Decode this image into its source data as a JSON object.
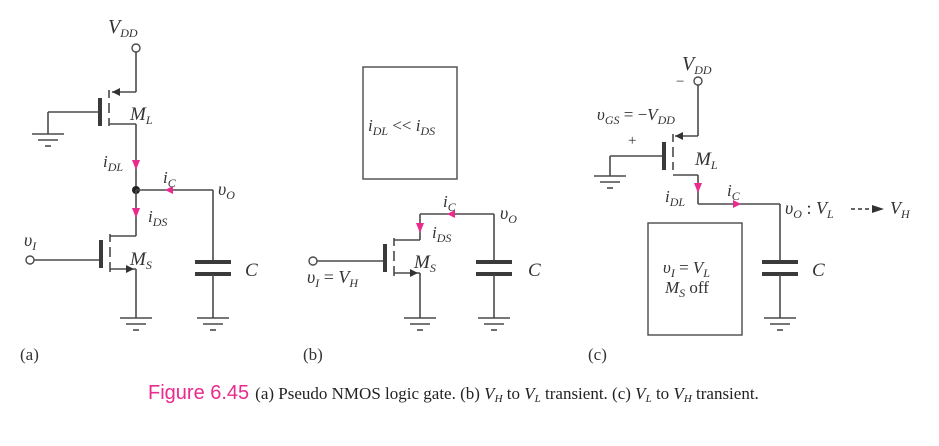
{
  "figure": {
    "number_label": "Figure 6.45",
    "caption_parts": {
      "a": "(a) Pseudo NMOS logic gate. (b) ",
      "v1": "V",
      "v1sub": "H",
      "mid1": " to ",
      "v2": "V",
      "v2sub": "L",
      "mid2": " transient. (c) ",
      "v3": "V",
      "v3sub": "L",
      "mid3": " to ",
      "v4": "V",
      "v4sub": "H",
      "end": " transient."
    },
    "accent_color": "#ea2a8c"
  },
  "panels": {
    "a": {
      "label": "(a)",
      "vdd": "V",
      "vdd_sub": "DD",
      "ml": "M",
      "ml_sub": "L",
      "ms": "M",
      "ms_sub": "S",
      "idl": "i",
      "idl_sub": "DL",
      "ic": "i",
      "ic_sub": "C",
      "ids": "i",
      "ids_sub": "DS",
      "vo": "υ",
      "vo_sub": "O",
      "vi": "υ",
      "vi_sub": "I",
      "cap": "C"
    },
    "b": {
      "label": "(b)",
      "box_l": "i",
      "box_lsub": "DL",
      "box_op": " << ",
      "box_r": "i",
      "box_rsub": "DS",
      "ic": "i",
      "ic_sub": "C",
      "ids": "i",
      "ids_sub": "DS",
      "vo": "υ",
      "vo_sub": "O",
      "ms": "M",
      "ms_sub": "S",
      "vi": "υ",
      "vi_sub": "I",
      "vi_eq": " = ",
      "vh": "V",
      "vh_sub": "H",
      "cap": "C"
    },
    "c": {
      "label": "(c)",
      "vdd": "V",
      "vdd_sub": "DD",
      "minus": "−",
      "plus": "+",
      "vgs": "υ",
      "vgs_sub": "GS",
      "vgs_eq": " = −",
      "vgs_r": "V",
      "vgs_rsub": "DD",
      "ml": "M",
      "ml_sub": "L",
      "idl": "i",
      "idl_sub": "DL",
      "ic": "i",
      "ic_sub": "C",
      "vo": "υ",
      "vo_sub": "O",
      "vo_colon": " : ",
      "vl": "V",
      "vl_sub": "L",
      "vh": "V",
      "vh_sub": "H",
      "box_line1_l": "υ",
      "box_line1_lsub": "I",
      "box_line1_eq": " = ",
      "box_line1_r": "V",
      "box_line1_rsub": "L",
      "box_line2_l": "M",
      "box_line2_lsub": "S",
      "box_line2_r": " off",
      "cap": "C"
    }
  }
}
